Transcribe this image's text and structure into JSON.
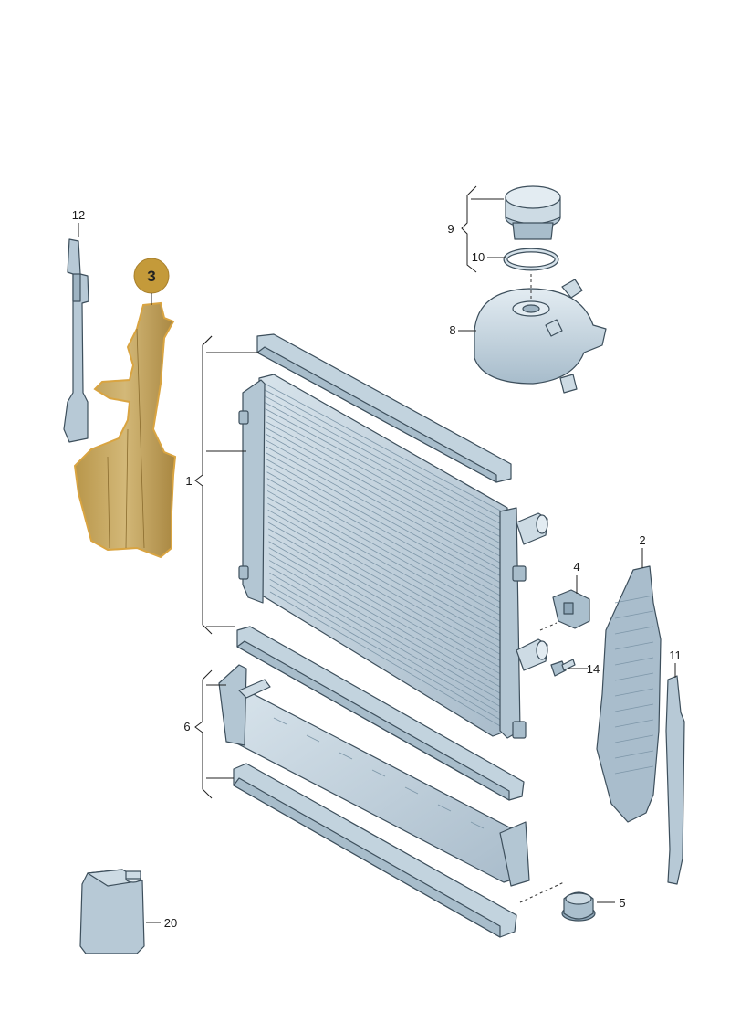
{
  "colors": {
    "part_fill": "#c7d6e0",
    "part_fill_light": "#dce7ee",
    "part_fill_dark": "#9fb4c3",
    "part_stroke": "#3d4f5c",
    "highlight_fill": "#c49a3a",
    "highlight_badge": "#c49a3a",
    "highlight_outline": "#d9a441"
  },
  "badge": {
    "label": "3"
  },
  "callouts": {
    "c1": "1",
    "c2": "2",
    "c4": "4",
    "c5": "5",
    "c6": "6",
    "c8": "8",
    "c9": "9",
    "c10": "10",
    "c11": "11",
    "c12": "12",
    "c14": "14",
    "c20": "20"
  }
}
